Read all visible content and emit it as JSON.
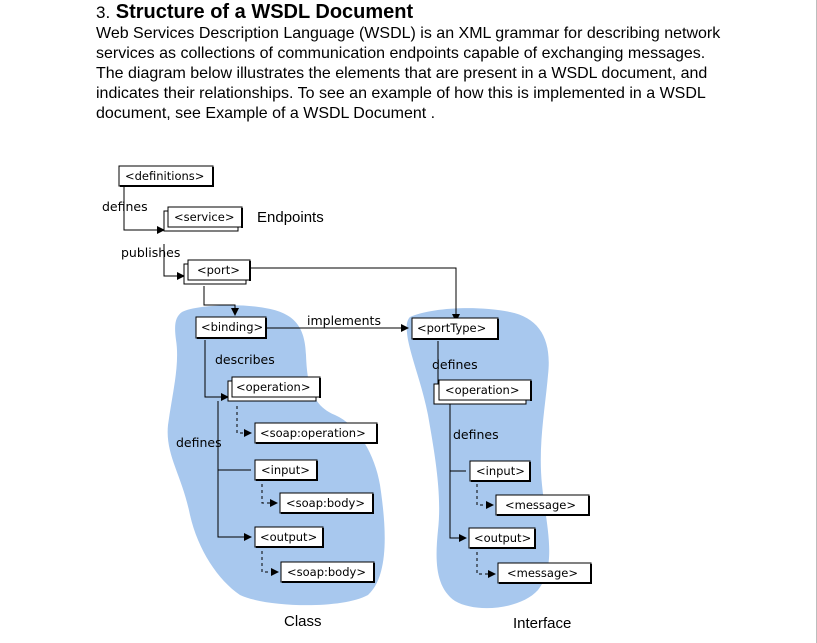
{
  "section": {
    "number": "3.",
    "title": "Structure of a WSDL Document",
    "paragraph": "Web Services Description Language (WSDL) is an XML grammar for describing network services as collections of communication endpoints capable of exchanging messages. The diagram below illustrates the elements that are present in a WSDL document, and indicates their relationships. To see an example of how this is implemented in a WSDL document, see Example of a WSDL Document ."
  },
  "diagram": {
    "nodes": {
      "definitions": "<definitions>",
      "service": "<service>",
      "port": "<port>",
      "binding": "<binding>",
      "operation_class": "<operation>",
      "soap_operation": "<soap:operation>",
      "input_class": "<input>",
      "soap_body_in": "<soap:body>",
      "output_class": "<output>",
      "soap_body_out": "<soap:body>",
      "porttype": "<portType>",
      "operation_iface": "<operation>",
      "input_iface": "<input>",
      "message_in": "<message>",
      "output_iface": "<output>",
      "message_out": "<message>"
    },
    "labels": {
      "defines_top": "defines",
      "endpoints": "Endpoints",
      "publishes": "publishes",
      "implements": "implements",
      "describes": "describes",
      "defines_class": "defines",
      "defines_iface_top": "defines",
      "defines_iface_mid": "defines",
      "class_caption": "Class",
      "interface_caption": "Interface"
    },
    "colors": {
      "blob": "#a8c8ee",
      "box_fill": "#ffffff",
      "stroke": "#000000"
    }
  }
}
